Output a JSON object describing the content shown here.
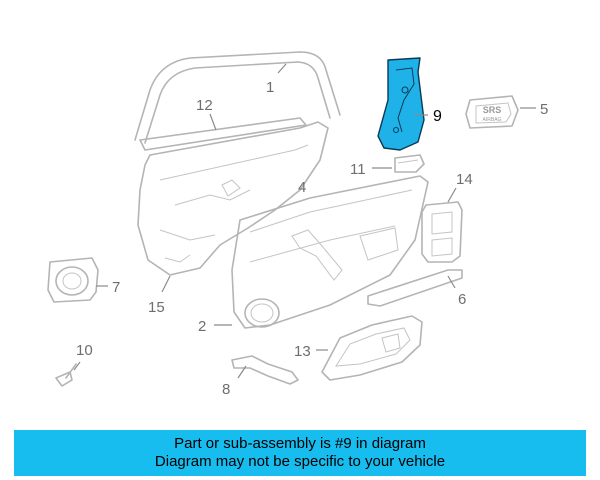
{
  "diagram": {
    "highlight_color": "#1fb2e8",
    "callouts": [
      {
        "id": "1",
        "label": "1"
      },
      {
        "id": "2",
        "label": "2"
      },
      {
        "id": "4",
        "label": "4"
      },
      {
        "id": "5",
        "label": "5"
      },
      {
        "id": "6",
        "label": "6"
      },
      {
        "id": "7",
        "label": "7"
      },
      {
        "id": "8",
        "label": "8"
      },
      {
        "id": "9",
        "label": "9",
        "highlighted": true
      },
      {
        "id": "10",
        "label": "10"
      },
      {
        "id": "11",
        "label": "11"
      },
      {
        "id": "12",
        "label": "12"
      },
      {
        "id": "13",
        "label": "13"
      },
      {
        "id": "14",
        "label": "14"
      },
      {
        "id": "15",
        "label": "15"
      }
    ],
    "airbag_badge": {
      "line1": "SRS",
      "line2": "AIRBAG"
    }
  },
  "banner": {
    "color": "#18bdf0",
    "line1": "Part or sub-assembly is #9 in diagram",
    "line2": "Diagram may not be specific to your vehicle"
  }
}
